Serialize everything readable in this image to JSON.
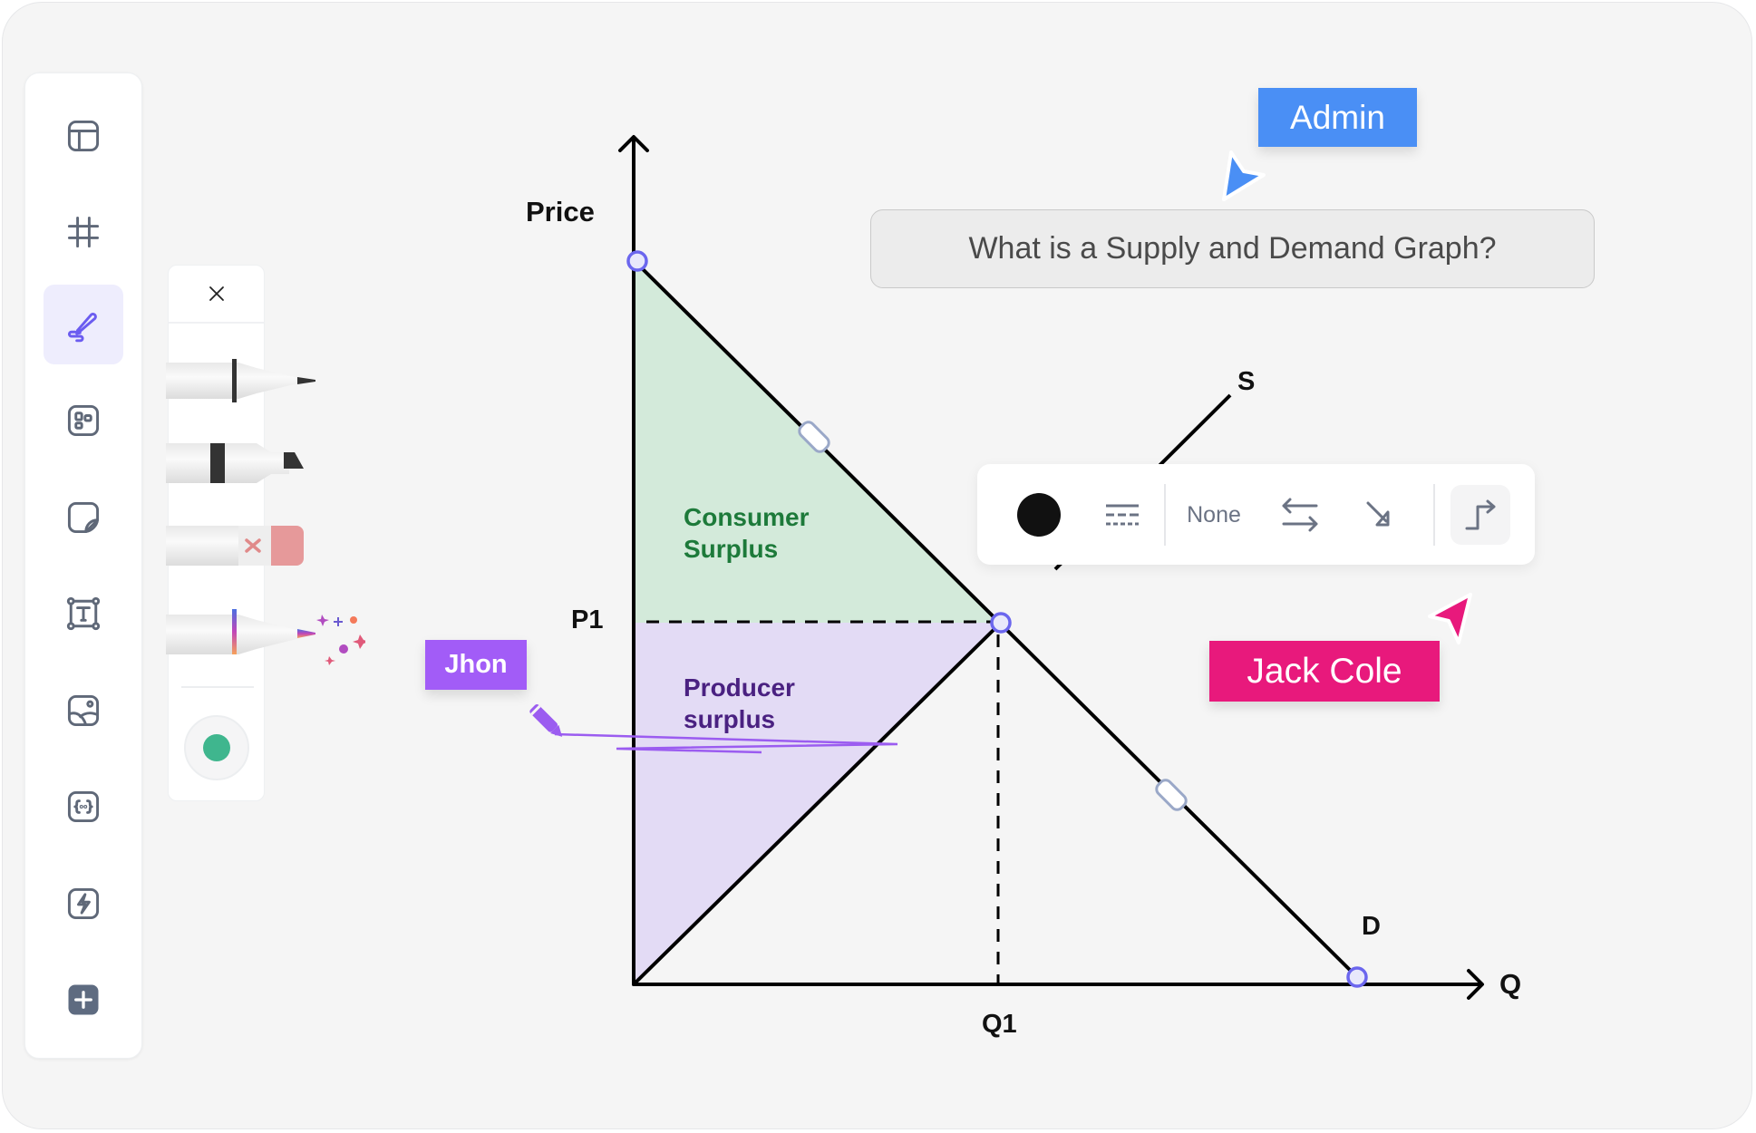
{
  "sidebar": {
    "items": [
      {
        "name": "layout-icon",
        "label": "Layout",
        "active": false
      },
      {
        "name": "grid-icon",
        "label": "Grid",
        "active": false
      },
      {
        "name": "draw-icon",
        "label": "Draw",
        "active": true
      },
      {
        "name": "components-icon",
        "label": "Components",
        "active": false
      },
      {
        "name": "sticky-note-icon",
        "label": "Sticky note",
        "active": false
      },
      {
        "name": "text-box-icon",
        "label": "Text",
        "active": false
      },
      {
        "name": "image-icon",
        "label": "Image",
        "active": false
      },
      {
        "name": "code-icon",
        "label": "Code",
        "active": false
      },
      {
        "name": "lightning-icon",
        "label": "Actions",
        "active": false
      },
      {
        "name": "add-icon",
        "label": "Add",
        "active": false
      }
    ]
  },
  "pen_panel": {
    "close_icon": "close-icon",
    "tools": [
      "fine-pen",
      "marker",
      "eraser",
      "magic-pen"
    ],
    "selected_color": "#3fb68e"
  },
  "chart_data": {
    "type": "line",
    "title": "What is a Supply and Demand Graph?",
    "xlabel": "Q",
    "ylabel": "Price",
    "series": [
      {
        "name": "D",
        "points": [
          [
            0,
            100
          ],
          [
            100,
            0
          ]
        ]
      },
      {
        "name": "S",
        "points": [
          [
            0,
            0
          ],
          [
            100,
            100
          ]
        ]
      }
    ],
    "equilibrium": {
      "x_label": "Q1",
      "y_label": "P1",
      "x": 50,
      "y": 50
    },
    "regions": [
      {
        "name": "Consumer Surplus",
        "color": "#d3eada"
      },
      {
        "name": "Producer surplus",
        "color": "#e3dbf5"
      }
    ],
    "grid": false
  },
  "chart_labels": {
    "price": "Price",
    "q": "Q",
    "p1": "P1",
    "q1": "Q1",
    "s": "S",
    "d": "D",
    "consumer_1": "Consumer",
    "consumer_2": "Surplus",
    "producer_1": "Producer",
    "producer_2": "surplus"
  },
  "question": "What is a Supply and Demand Graph?",
  "collaborators": [
    {
      "name": "Admin",
      "color": "#4a8ff5"
    },
    {
      "name": "Jack Cole",
      "color": "#e8197c"
    },
    {
      "name": "Jhon",
      "color": "#a25cf7"
    }
  ],
  "toolbar": {
    "fill_color": "#111111",
    "line_style_icon": "line-style-icon",
    "arrow_start": "None",
    "swap_icon": "swap-arrows-icon",
    "arrow_end_icon": "arrow-end-icon",
    "connector_icon": "elbow-connector-icon"
  }
}
